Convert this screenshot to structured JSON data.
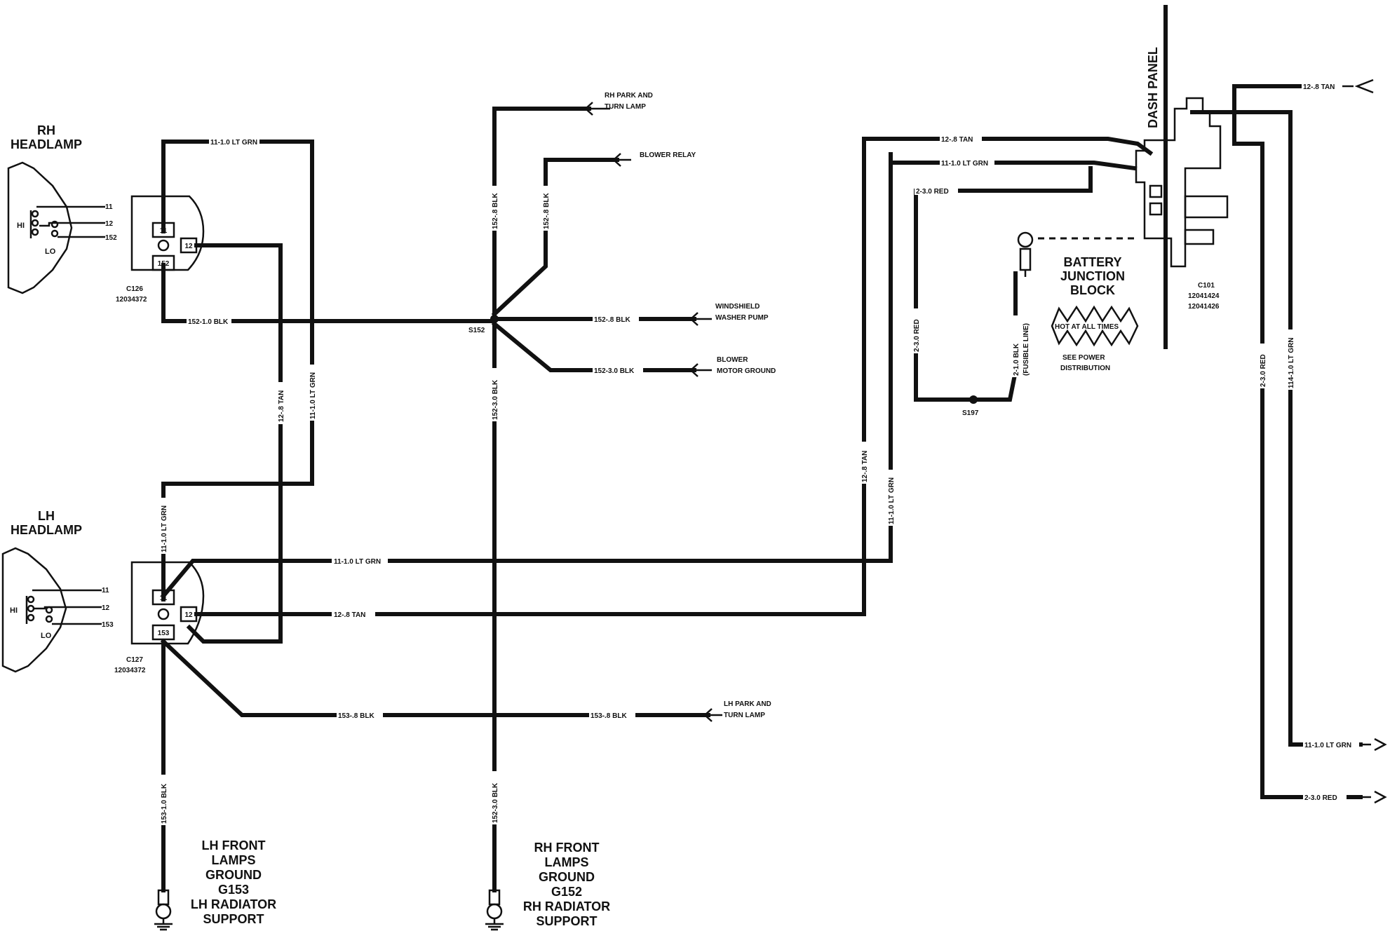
{
  "components": {
    "rh_headlamp": {
      "title_line1": "RH",
      "title_line2": "HEADLAMP",
      "hi": "HI",
      "lo": "LO",
      "pins": [
        "11",
        "12",
        "152"
      ]
    },
    "lh_headlamp": {
      "title_line1": "LH",
      "title_line2": "HEADLAMP",
      "hi": "HI",
      "lo": "LO",
      "pins": [
        "11",
        "12",
        "153"
      ]
    },
    "c126": {
      "name": "C126",
      "part": "12034372",
      "pins": [
        "11",
        "12",
        "152"
      ]
    },
    "c127": {
      "name": "C127",
      "part": "12034372",
      "pins": [
        "11",
        "12",
        "153"
      ]
    },
    "c101": {
      "name": "C101",
      "parts": [
        "12041424",
        "12041426"
      ]
    },
    "dash_panel": "DASH PANEL",
    "battery_junction_block": [
      "BATTERY",
      "JUNCTION",
      "BLOCK"
    ],
    "hot_at_all_times": "HOT AT ALL TIMES",
    "see_power_distribution": [
      "SEE POWER",
      "DISTRIBUTION"
    ]
  },
  "splices": {
    "s152": "S152",
    "s197": "S197"
  },
  "wire_labels": {
    "w_11_top": "11-1.0 LT GRN",
    "w_152_rh": "152-1.0 BLK",
    "w_12_vert": "12-.8 TAN",
    "w_11_vert": "11-1.0 LT GRN",
    "w_11_lh_vert": "11-1.0 LT GRN",
    "w_11_lh_horiz": "11-1.0 LT GRN",
    "w_12_lh_horiz": "12-.8 TAN",
    "w_153_horiz_left": "153-.8 BLK",
    "w_153_horiz_right": "153-.8 BLK",
    "w_153_ground": "153-1.0 BLK",
    "w_152_top": "152-.8 BLK",
    "w_152_blower_relay": "152-.8 BLK",
    "w_152_washer": "152-.8 BLK",
    "w_152_motor_ground": "152-3.0 BLK",
    "w_152_center": "152-3.0 BLK",
    "w_152_ground": "152-3.0 BLK",
    "w_12_right_vert": "12-.8 TAN",
    "w_11_right_vert": "11-1.0 LT GRN",
    "w_12_right_horiz": "12-.8 TAN",
    "w_11_right_horiz": "11-1.0 LT GRN",
    "w_2_right_horiz": "2-3.0 RED",
    "w_2_right_vert": "2-3.0 RED",
    "w_fusible": [
      "2-1.0 BLK",
      "(FUSIBLE LINE)"
    ],
    "w_12_far_right": "12-.8 TAN",
    "w_2_far_vert": "2-3.0 RED",
    "w_114_far_vert": "114-1.0 LT GRN",
    "w_11_far_right": "11-1.0 LT GRN",
    "w_2_far_right": "2-3.0 RED"
  },
  "destinations": {
    "rh_park_turn": [
      "RH PARK AND",
      "TURN LAMP"
    ],
    "blower_relay": "BLOWER RELAY",
    "windshield_washer": [
      "WINDSHIELD",
      "WASHER PUMP"
    ],
    "blower_motor_ground": [
      "BLOWER",
      "MOTOR GROUND"
    ],
    "lh_park_turn": [
      "LH PARK AND",
      "TURN LAMP"
    ]
  },
  "grounds": {
    "lh": [
      "LH FRONT",
      "LAMPS",
      "GROUND",
      "G153",
      "LH RADIATOR",
      "SUPPORT"
    ],
    "rh": [
      "RH FRONT",
      "LAMPS",
      "GROUND",
      "G152",
      "RH RADIATOR",
      "SUPPORT"
    ]
  }
}
